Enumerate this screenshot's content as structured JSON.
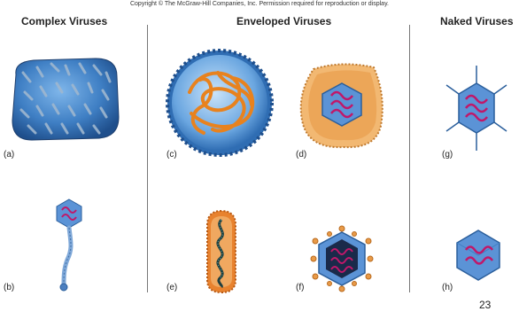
{
  "copyright": "Copyright © The McGraw-Hill Companies, Inc. Permission required for reproduction or display.",
  "headings": {
    "complex": "Complex Viruses",
    "enveloped": "Enveloped Viruses",
    "naked": "Naked Viruses"
  },
  "labels": {
    "a": "(a)",
    "b": "(b)",
    "c": "(c)",
    "d": "(d)",
    "e": "(e)",
    "f": "(f)",
    "g": "(g)",
    "h": "(h)"
  },
  "page_number": "23",
  "colors": {
    "capsid_blue": "#5b93d6",
    "dna_pink": "#c0186a",
    "envelope_orange": "#e88a2e",
    "envelope_tan": "#f2b872"
  }
}
